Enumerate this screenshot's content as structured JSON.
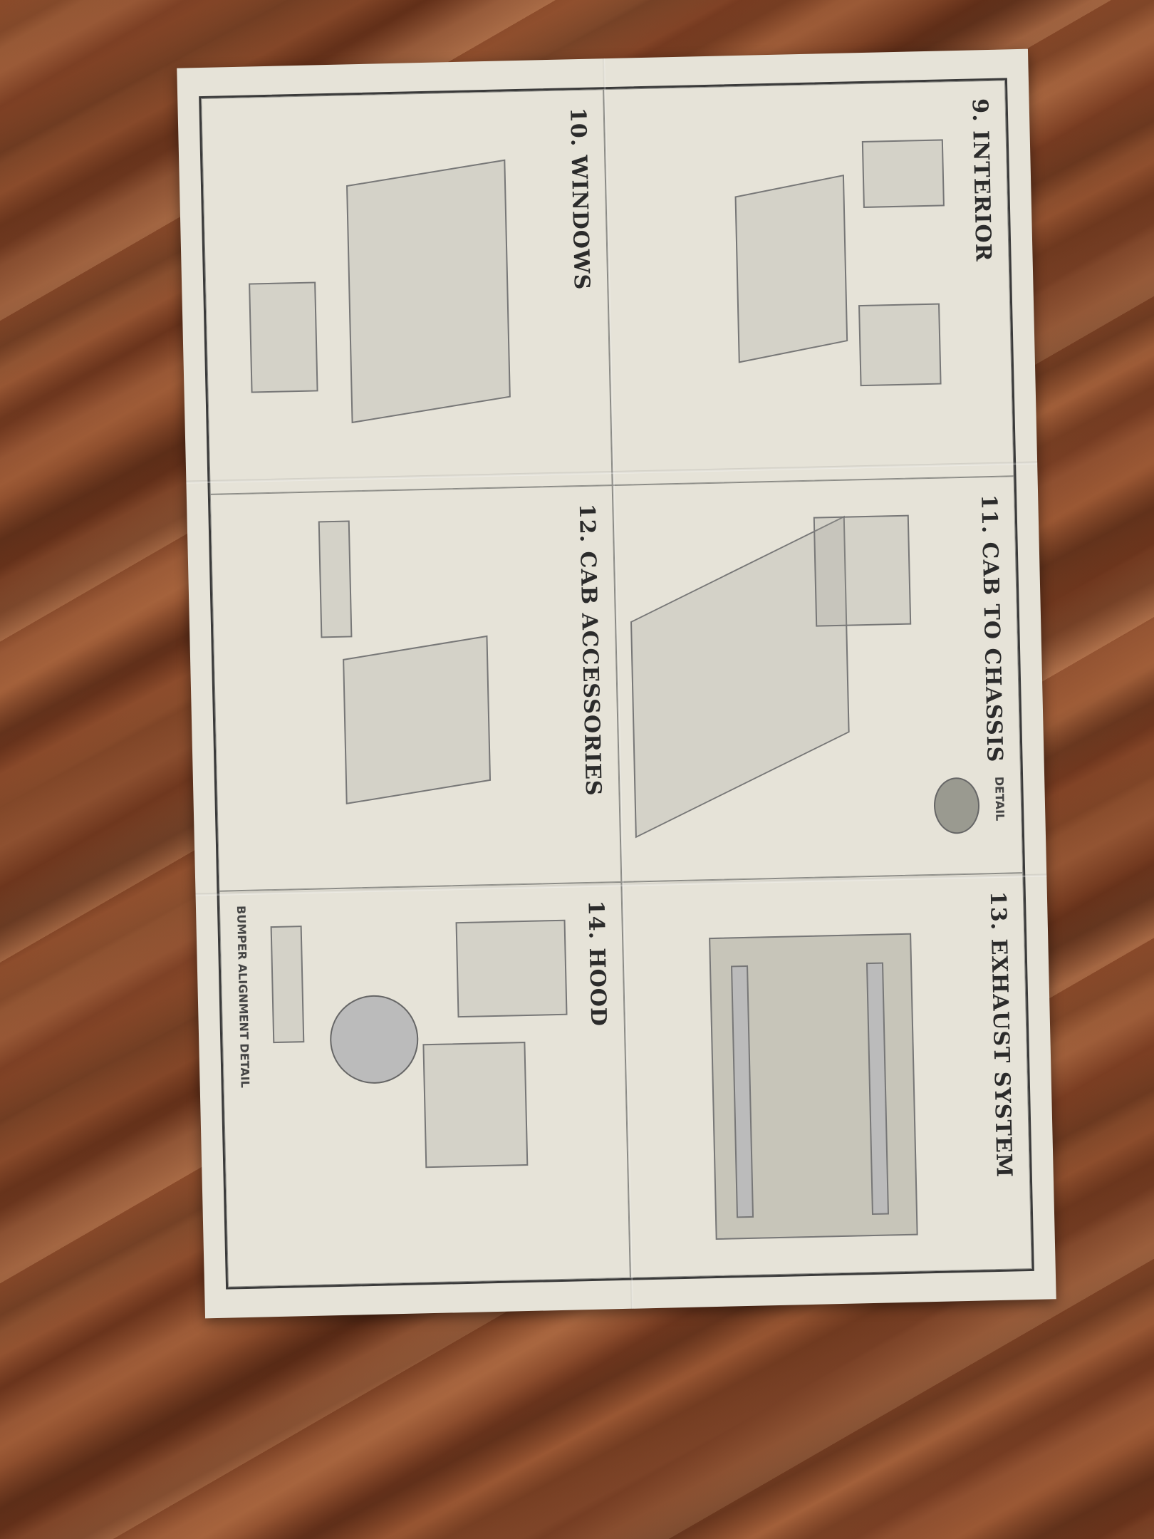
{
  "sheet": {
    "steps": [
      {
        "id": "9",
        "title": "9. INTERIOR"
      },
      {
        "id": "10",
        "title": "10. WINDOWS"
      },
      {
        "id": "11",
        "title": "11. CAB TO CHASSIS",
        "detail_label": "DETAIL"
      },
      {
        "id": "12",
        "title": "12. CAB ACCESSORIES"
      },
      {
        "id": "13",
        "title": "13. EXHAUST SYSTEM"
      },
      {
        "id": "14",
        "title": "14. HOOD",
        "detail_label": "BUMPER ALIGNMENT DETAIL"
      }
    ]
  }
}
